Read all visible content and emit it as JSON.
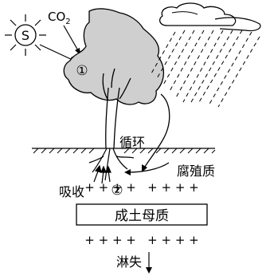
{
  "diagram": {
    "sun_label": "S",
    "co2_label": "CO",
    "co2_subscript": "2",
    "marker_1": "①",
    "marker_2": "②",
    "cycle_label": "循环",
    "humus_label": "腐殖质",
    "absorb_label": "吸收",
    "parent_material_label": "成土母质",
    "leaching_label": "淋失",
    "plus_row_top": "+ + + +   + + + +",
    "plus_row_bottom": "+ + + +   + + + +",
    "canopy_color": "#cfcfcf"
  }
}
